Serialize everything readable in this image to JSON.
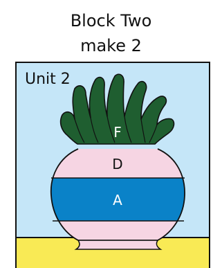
{
  "title": {
    "line1": "Block Two",
    "line2": "make 2"
  },
  "block": {
    "unit_label": "Unit 2",
    "sections": [
      {
        "letter": "F",
        "color": "#1f5e30"
      },
      {
        "letter": "D",
        "color": "#f6d5e3"
      },
      {
        "letter": "A",
        "color": "#0a82c8"
      }
    ]
  },
  "colors": {
    "sky": "#c5e6f8",
    "ground": "#f9ea55",
    "leaves": "#1f5e30",
    "pink": "#f6d5e3",
    "blue": "#0a82c8",
    "outline": "#111111"
  }
}
